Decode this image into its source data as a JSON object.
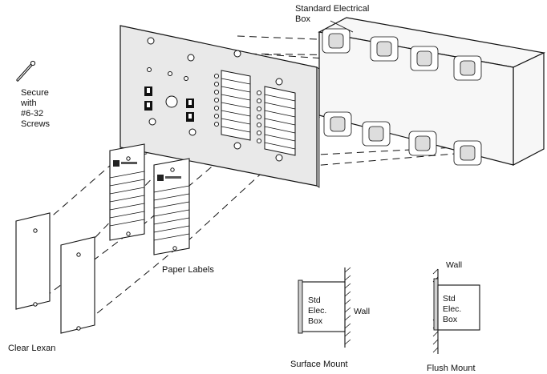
{
  "labels": {
    "standard_box_line1": "Standard Electrical",
    "standard_box_line2": "Box",
    "secure_line1": "Secure",
    "secure_line2": "with",
    "secure_line3": "#6-32",
    "secure_line4": "Screws",
    "paper_labels": "Paper Labels",
    "clear_lexan": "Clear Lexan",
    "surface_mount": "Surface Mount",
    "flush_mount": "Flush Mount",
    "wall_surface": "Wall",
    "wall_flush": "Wall",
    "std_box_surface_1": "Std",
    "std_box_surface_2": "Elec.",
    "std_box_surface_3": "Box",
    "std_box_flush_1": "Std",
    "std_box_flush_2": "Elec.",
    "std_box_flush_3": "Box"
  }
}
